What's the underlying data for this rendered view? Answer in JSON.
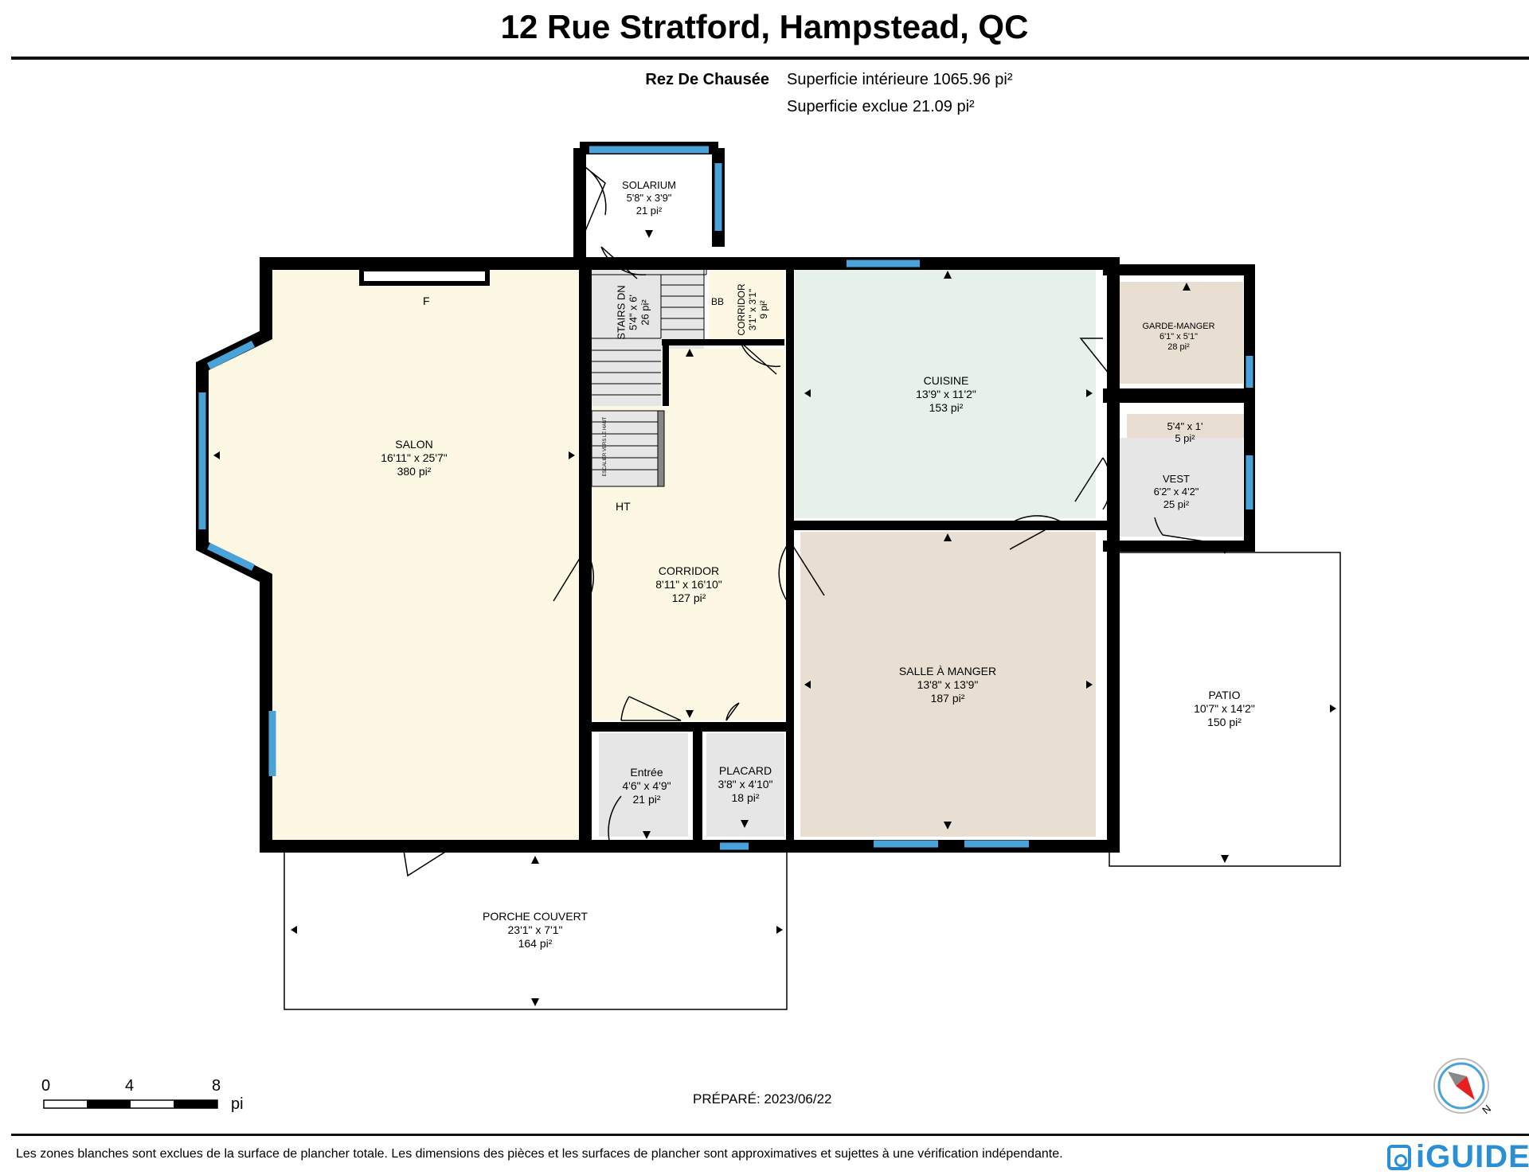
{
  "header": {
    "title": "12 Rue Stratford, Hampstead, QC",
    "floor": "Rez De Chausée",
    "interior_area": "Superficie intérieure 1065.96 pi²",
    "excluded_area": "Superficie exclue 21.09 pi²"
  },
  "rooms": {
    "salon": {
      "name": "SALON",
      "dims": "16'11\" x 25'7\"",
      "area": "380 pi²"
    },
    "solarium": {
      "name": "SOLARIUM",
      "dims": "5'8\" x 3'9\"",
      "area": "21 pi²"
    },
    "stairs": {
      "name": "STAIRS DN",
      "dims": "5'4\" x 6'",
      "area": "26 pi²"
    },
    "corridor_small": {
      "name": "CORRIDOR",
      "dims": "3'1\" x 3'1\"",
      "area": "9 pi²"
    },
    "cuisine": {
      "name": "CUISINE",
      "dims": "13'9\" x 11'2\"",
      "area": "153 pi²"
    },
    "garde_manger": {
      "name": "GARDE-MANGER",
      "dims": "6'1\" x 5'1\"",
      "area": "28 pi²"
    },
    "closet_small": {
      "dims": "5'4\" x 1'",
      "area": "5 pi²"
    },
    "vest": {
      "name": "VEST",
      "dims": "6'2\" x 4'2\"",
      "area": "25 pi²"
    },
    "corridor": {
      "name": "CORRIDOR",
      "dims": "8'11\" x 16'10\"",
      "area": "127 pi²"
    },
    "salle_manger": {
      "name": "SALLE À MANGER",
      "dims": "13'8\" x 13'9\"",
      "area": "187 pi²"
    },
    "patio": {
      "name": "PATIO",
      "dims": "10'7\" x 14'2\"",
      "area": "150 pi²"
    },
    "entree": {
      "name": "Entrée",
      "dims": "4'6\" x 4'9\"",
      "area": "21 pi²"
    },
    "placard": {
      "name": "PLACARD",
      "dims": "3'8\" x 4'10\"",
      "area": "18 pi²"
    },
    "porche": {
      "name": "PORCHE COUVERT",
      "dims": "23'1\" x 7'1\"",
      "area": "164 pi²"
    }
  },
  "markers": {
    "fireplace": "F",
    "hot_water": "HT",
    "bb": "BB",
    "stairs_up": "ESCALIER VERS LE HAUT"
  },
  "scale": {
    "labels": [
      "0",
      "4",
      "8"
    ],
    "unit": "pi"
  },
  "footer": {
    "prepared": "PRÉPARÉ: 2023/06/22",
    "disclaimer": "Les zones blanches sont exclues de la surface de plancher totale. Les dimensions des pièces et les surfaces de plancher sont approximatives et sujettes à une vérification indépendante.",
    "brand": "iGUIDE",
    "compass": "N"
  },
  "colors": {
    "salon": "#fdf8e4",
    "cuisine": "#e6f1ea",
    "salle_manger": "#e8dfd2",
    "garde_manger": "#e8dfd2",
    "service": "#e6e6e6",
    "window": "#4aa3d8",
    "wall": "#000000"
  }
}
